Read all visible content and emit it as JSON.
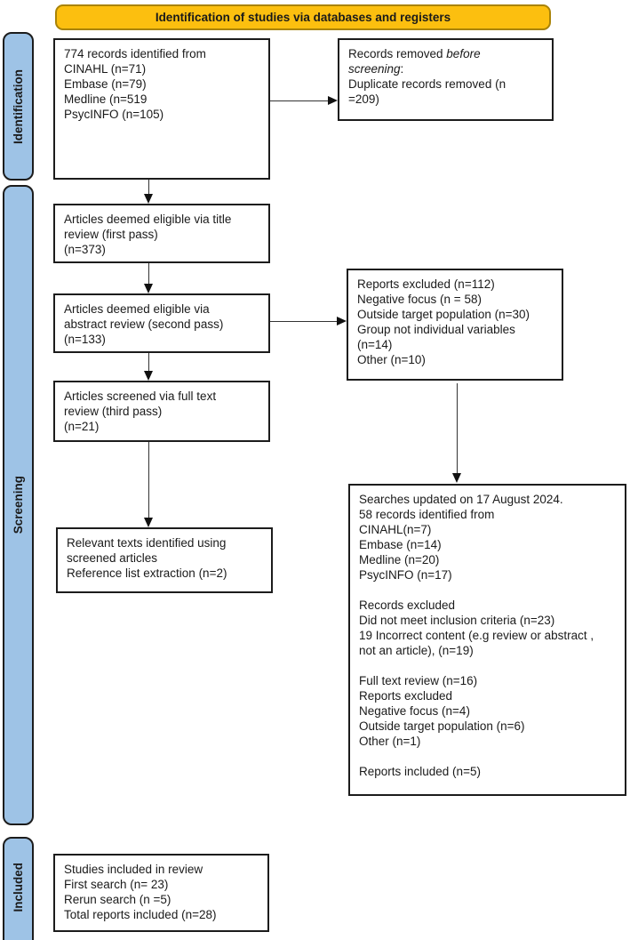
{
  "colors": {
    "banner-fill": "#FCBF0F",
    "banner-border": "#A98307",
    "sidebar-fill": "#9EC3E6",
    "box-border": "#1C1C1C"
  },
  "banner": {
    "label": "Identification of studies via databases and registers"
  },
  "sidebar": {
    "identification": "Identification",
    "screening": "Screening",
    "included": "Included"
  },
  "boxes": {
    "records_identified": "774 records identified from\nCINAHL (n=71)\nEmbase (n=79)\nMedline (n=519\nPsycINFO (n=105)",
    "records_removed": {
      "prefix": "Records removed ",
      "italic": "before\nscreening",
      "suffix": ":",
      "rest": "Duplicate records removed (n\n=209)"
    },
    "title_review": "Articles deemed eligible via title\nreview (first pass)\n(n=373)",
    "abstract_review": "Articles deemed eligible via\nabstract review (second pass)\n(n=133)",
    "reports_excluded": "Reports excluded (n=112)\nNegative focus (n = 58)\nOutside target population (n=30)\nGroup not individual variables\n(n=14)\nOther (n=10)",
    "full_text_review": "Articles screened via full text\nreview (third pass)\n(n=21)",
    "relevant_texts": "Relevant texts identified using\nscreened articles\nReference list extraction (n=2)",
    "updated_search": "Searches updated on 17 August 2024.\n58 records identified from\nCINAHL(n=7)\nEmbase (n=14)\nMedline (n=20)\nPsycINFO (n=17)\n\nRecords excluded\nDid not meet inclusion criteria (n=23)\n19 Incorrect content (e.g review or abstract ,\nnot an article), (n=19)\n\nFull text review (n=16)\nReports excluded\nNegative focus (n=4)\nOutside target population (n=6)\nOther (n=1)\n\nReports included (n=5)",
    "studies_included": "Studies included in review\nFirst search (n= 23)\nRerun search (n =5)\nTotal reports included (n=28)"
  }
}
